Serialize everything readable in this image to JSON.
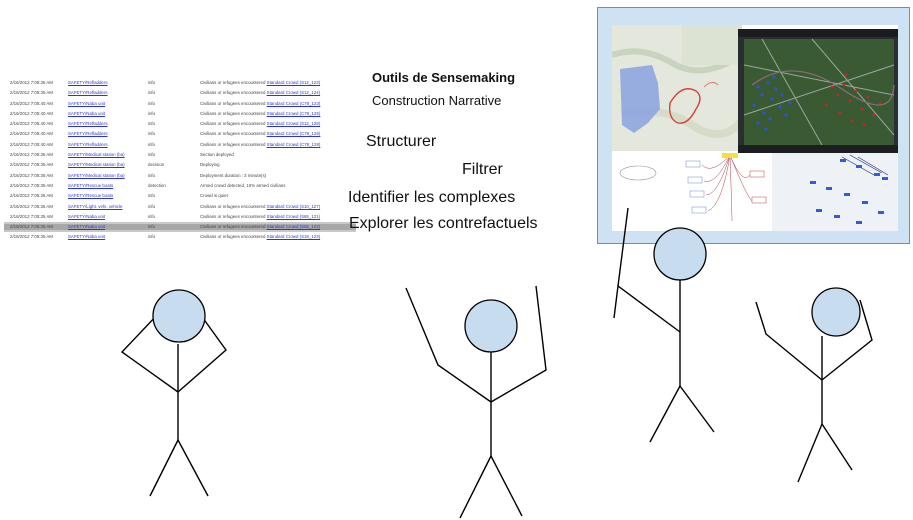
{
  "log": {
    "rows": [
      {
        "time": "2/16/2012 7:05:35 AM",
        "source": "SAFETY/Refladders",
        "level": "info",
        "msg": "Civilians or refugees encountered",
        "link": "Standard Crowd (S12_123)"
      },
      {
        "time": "2/16/2012 7:05:35 AM",
        "source": "SAFETY/Refladders",
        "level": "info",
        "msg": "Civilians or refugees encountered",
        "link": "Standard Crowd (S12_124)"
      },
      {
        "time": "2/16/2012 7:05:40 AM",
        "source": "SAFETY/Naba unit",
        "level": "info",
        "msg": "Civilians or refugees encountered",
        "link": "Standard Crowd (C78_123)"
      },
      {
        "time": "2/16/2012 7:05:40 AM",
        "source": "SAFETY/Naba unit",
        "level": "info",
        "msg": "Civilians or refugees encountered",
        "link": "Standard Crowd (C78_125)"
      },
      {
        "time": "2/16/2012 7:05:40 AM",
        "source": "SAFETY/Refladders",
        "level": "info",
        "msg": "Civilians or refugees encountered",
        "link": "Standard Crowd (S12_128)"
      },
      {
        "time": "2/16/2012 7:05:40 AM",
        "source": "SAFETY/Refladders",
        "level": "info",
        "msg": "Civilians or refugees encountered",
        "link": "Standard Crowd (C78_126)"
      },
      {
        "time": "2/16/2012 7:05:40 AM",
        "source": "SAFETY/Refladders",
        "level": "info",
        "msg": "Civilians or refugees encountered",
        "link": "Standard Crowd (C78_128)"
      },
      {
        "time": "2/16/2012 7:05:35 AM",
        "source": "SAFETY/Medical station (ba)",
        "level": "info",
        "msg": "Section deployed",
        "link": ""
      },
      {
        "time": "2/16/2012 7:05:35 AM",
        "source": "SAFETY/Medical station (ba)",
        "level": "decision",
        "msg": "Deploying",
        "link": ""
      },
      {
        "time": "2/16/2012 7:05:35 AM",
        "source": "SAFETY/Medical station (ba)",
        "level": "info",
        "msg": "Deployment duration : 3 minute(s)",
        "link": ""
      },
      {
        "time": "2/16/2012 7:05:35 AM",
        "source": "SAFETY/Rescue boats",
        "level": "detection",
        "msg": "Armed crowd detected, 10% armed civilians",
        "link": ""
      },
      {
        "time": "2/16/2012 7:05:35 AM",
        "source": "SAFETY/Rescue boats",
        "level": "info",
        "msg": "Crowd is quiet",
        "link": ""
      },
      {
        "time": "2/16/2012 7:05:35 AM",
        "source": "SAFETY/Light. vehi. vehicle",
        "level": "info",
        "msg": "Civilians or refugees encountered",
        "link": "Standard Crowd (S10_127)"
      },
      {
        "time": "2/16/2012 7:05:35 AM",
        "source": "SAFETY/Naba unit",
        "level": "info",
        "msg": "Civilians or refugees encountered",
        "link": "Standard Crowd (S65_121)"
      },
      {
        "time": "2/16/2012 7:05:35 AM",
        "source": "SAFETY/Naba unit",
        "level": "info",
        "msg": "Civilians or refugees encountered",
        "link": "Standard Crowd (S65_122)"
      },
      {
        "time": "2/16/2012 7:05:35 AM",
        "source": "SAFETY/Naba unit",
        "level": "info",
        "msg": "Civilians or refugees encountered",
        "link": "Standard Crowd (S18_123)"
      }
    ],
    "selected_index": 14
  },
  "concepts": {
    "title": "Outils de Sensemaking",
    "subtitle": "Construction Narrative",
    "items": [
      "Structurer",
      "Filtrer",
      "Identifier les complexes",
      "Explorer les contrefactuels"
    ]
  },
  "colors": {
    "screen_bg": "#cfe2f4",
    "head_fill": "#c8dcf0",
    "link": "#2b36d8"
  }
}
